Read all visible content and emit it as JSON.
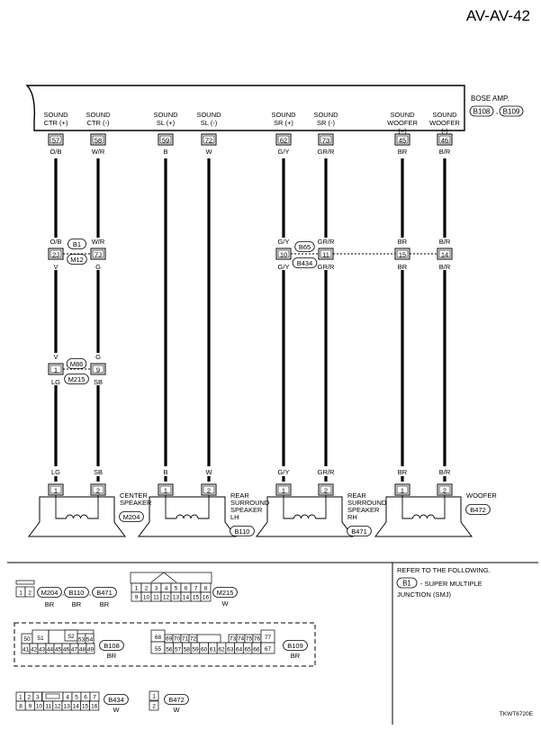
{
  "page_title": "AV-AV-42",
  "amp": {
    "name": "BOSE AMP.",
    "connector_a": "B108",
    "connector_b": "B109",
    "sep": ","
  },
  "amp_terminals": [
    {
      "l1": "SOUND",
      "l2": "CTR (+)",
      "pin": "57",
      "wire": "O/B"
    },
    {
      "l1": "SOUND",
      "l2": "CTR (-)",
      "pin": "58",
      "wire": "W/R"
    },
    {
      "l1": "SOUND",
      "l2": "SL (+)",
      "pin": "59",
      "wire": "B"
    },
    {
      "l1": "SOUND",
      "l2": "SL (-)",
      "pin": "72",
      "wire": "W"
    },
    {
      "l1": "SOUND",
      "l2": "SR (+)",
      "pin": "62",
      "wire": "G/Y"
    },
    {
      "l1": "SOUND",
      "l2": "SR (-)",
      "pin": "73",
      "wire": "GR/R"
    },
    {
      "l1": "SOUND",
      "l2": "WOOFER",
      "l3": "(+)",
      "pin": "45",
      "wire": "BR"
    },
    {
      "l1": "SOUND",
      "l2": "WOOFER",
      "l3": "(-)",
      "pin": "46",
      "wire": "B/R"
    }
  ],
  "mid_junctions": {
    "ctr": {
      "top": [
        "O/B",
        "W/R"
      ],
      "pins": [
        "2J",
        "7J"
      ],
      "bottom": [
        "V",
        "G"
      ],
      "conn_a": "B1",
      "conn_b": "M12"
    },
    "sr": {
      "top": [
        "G/Y",
        "GR/R"
      ],
      "pins": [
        "10",
        "11"
      ],
      "bottom": [
        "G/Y",
        "GR/R"
      ],
      "conn_a": "B65",
      "conn_b": "B434"
    },
    "wf": {
      "top": [
        "BR",
        "B/R"
      ],
      "pins": [
        "15",
        "14"
      ],
      "bottom": [
        "BR",
        "B/R"
      ]
    }
  },
  "ctr_junction2": {
    "top": [
      "V",
      "G"
    ],
    "pins": [
      "1",
      "9"
    ],
    "bottom": [
      "LG",
      "SB"
    ],
    "conn_a": "M86",
    "conn_b": "M215"
  },
  "speaker_wires": [
    "LG",
    "SB",
    "B",
    "W",
    "G/Y",
    "GR/R",
    "BR",
    "B/R"
  ],
  "speakers": [
    {
      "label": [
        "CENTER",
        "SPEAKER"
      ],
      "conn": "M204"
    },
    {
      "label": [
        "REAR",
        "SURROUND",
        "SPEAKER",
        "LH"
      ],
      "conn": "B110"
    },
    {
      "label": [
        "REAR",
        "SURROUND",
        "SPEAKER",
        "RH"
      ],
      "conn": "B471"
    },
    {
      "label": [
        "WOOFER"
      ],
      "conn": "B472"
    }
  ],
  "speaker_pins": [
    "1",
    "2"
  ],
  "legend": {
    "refer": "REFER TO THE FOLLOWING.",
    "smj_conn": "B1",
    "smj_text1": "- SUPER MULTIPLE",
    "smj_text2": "JUNCTION (SMJ)"
  },
  "connector_views": {
    "c12": {
      "pins": [
        "1",
        "2"
      ],
      "ids": [
        "M204",
        "B110",
        "B471"
      ],
      "sep": ",",
      "colors": [
        "BR",
        "BR",
        "BR"
      ]
    },
    "m215": {
      "row1": [
        "1",
        "2",
        "3",
        "4",
        "5",
        "6",
        "7",
        "8"
      ],
      "row2": [
        "9",
        "10",
        "11",
        "12",
        "13",
        "14",
        "15",
        "16"
      ],
      "id": "M215",
      "color": "W"
    },
    "b108": {
      "row1": [
        "50",
        "51",
        "52",
        "53",
        "54"
      ],
      "row2": [
        "41",
        "42",
        "43",
        "44",
        "45",
        "46",
        "47",
        "48",
        "49"
      ],
      "id": "B108",
      "color": "BR"
    },
    "b109": {
      "row1": [
        "68",
        "69",
        "70",
        "71",
        "72",
        "73",
        "74",
        "75",
        "76",
        "77"
      ],
      "row2": [
        "55",
        "56",
        "57",
        "58",
        "59",
        "60",
        "61",
        "62",
        "63",
        "64",
        "65",
        "66",
        "67"
      ],
      "id": "B109",
      "color": "BR"
    },
    "b434": {
      "row1": [
        "1",
        "2",
        "3",
        "4",
        "5",
        "6",
        "7"
      ],
      "row2": [
        "8",
        "9",
        "10",
        "11",
        "12",
        "13",
        "14",
        "15",
        "16"
      ],
      "id": "B434",
      "color": "W"
    },
    "b472": {
      "pins": [
        "1",
        "2"
      ],
      "id": "B472",
      "color": "W"
    }
  },
  "figure_id": "TKWT6720E"
}
